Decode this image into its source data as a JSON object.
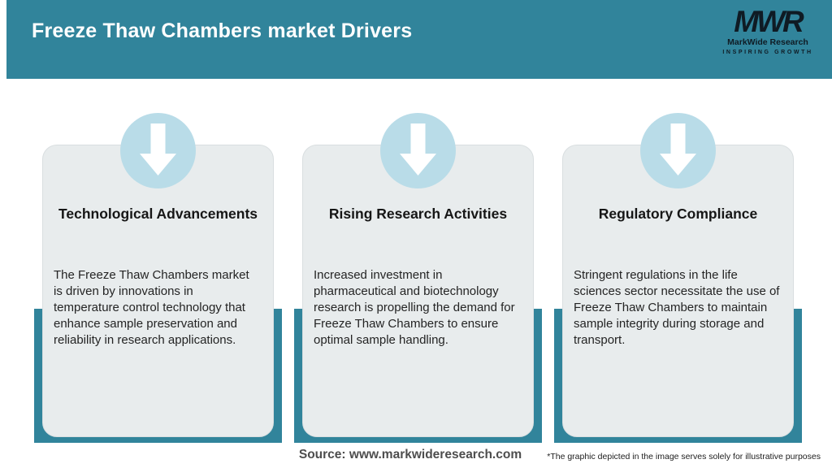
{
  "header": {
    "title": "Freeze Thaw Chambers market Drivers",
    "logo": {
      "acronym": "MWR",
      "name": "MarkWide Research",
      "tagline": "INSPIRING GROWTH"
    }
  },
  "cards": [
    {
      "icon": "down-arrow-icon",
      "title": "Technological Advancements",
      "description": "The Freeze Thaw Chambers market is driven by innovations in temperature control technology that enhance sample preservation and reliability in research applications."
    },
    {
      "icon": "down-arrow-icon",
      "title": "Rising Research Activities",
      "description": "Increased investment in pharmaceutical and biotechnology research is propelling the demand for Freeze Thaw Chambers to ensure optimal sample handling."
    },
    {
      "icon": "down-arrow-icon",
      "title": "Regulatory Compliance",
      "description": "Stringent regulations in the life sciences sector necessitate the use of Freeze Thaw Chambers to maintain sample integrity during storage and transport."
    }
  ],
  "footer": {
    "source": "Source: www.markwideresearch.com",
    "disclaimer": "*The graphic depicted in the image serves solely for illustrative purposes"
  },
  "colors": {
    "accent_teal": "#31849b",
    "circle_blue": "#b9dce8",
    "card_gray": "#e8eced",
    "logo_dark": "#0f1b24",
    "title_white": "#ffffff"
  }
}
